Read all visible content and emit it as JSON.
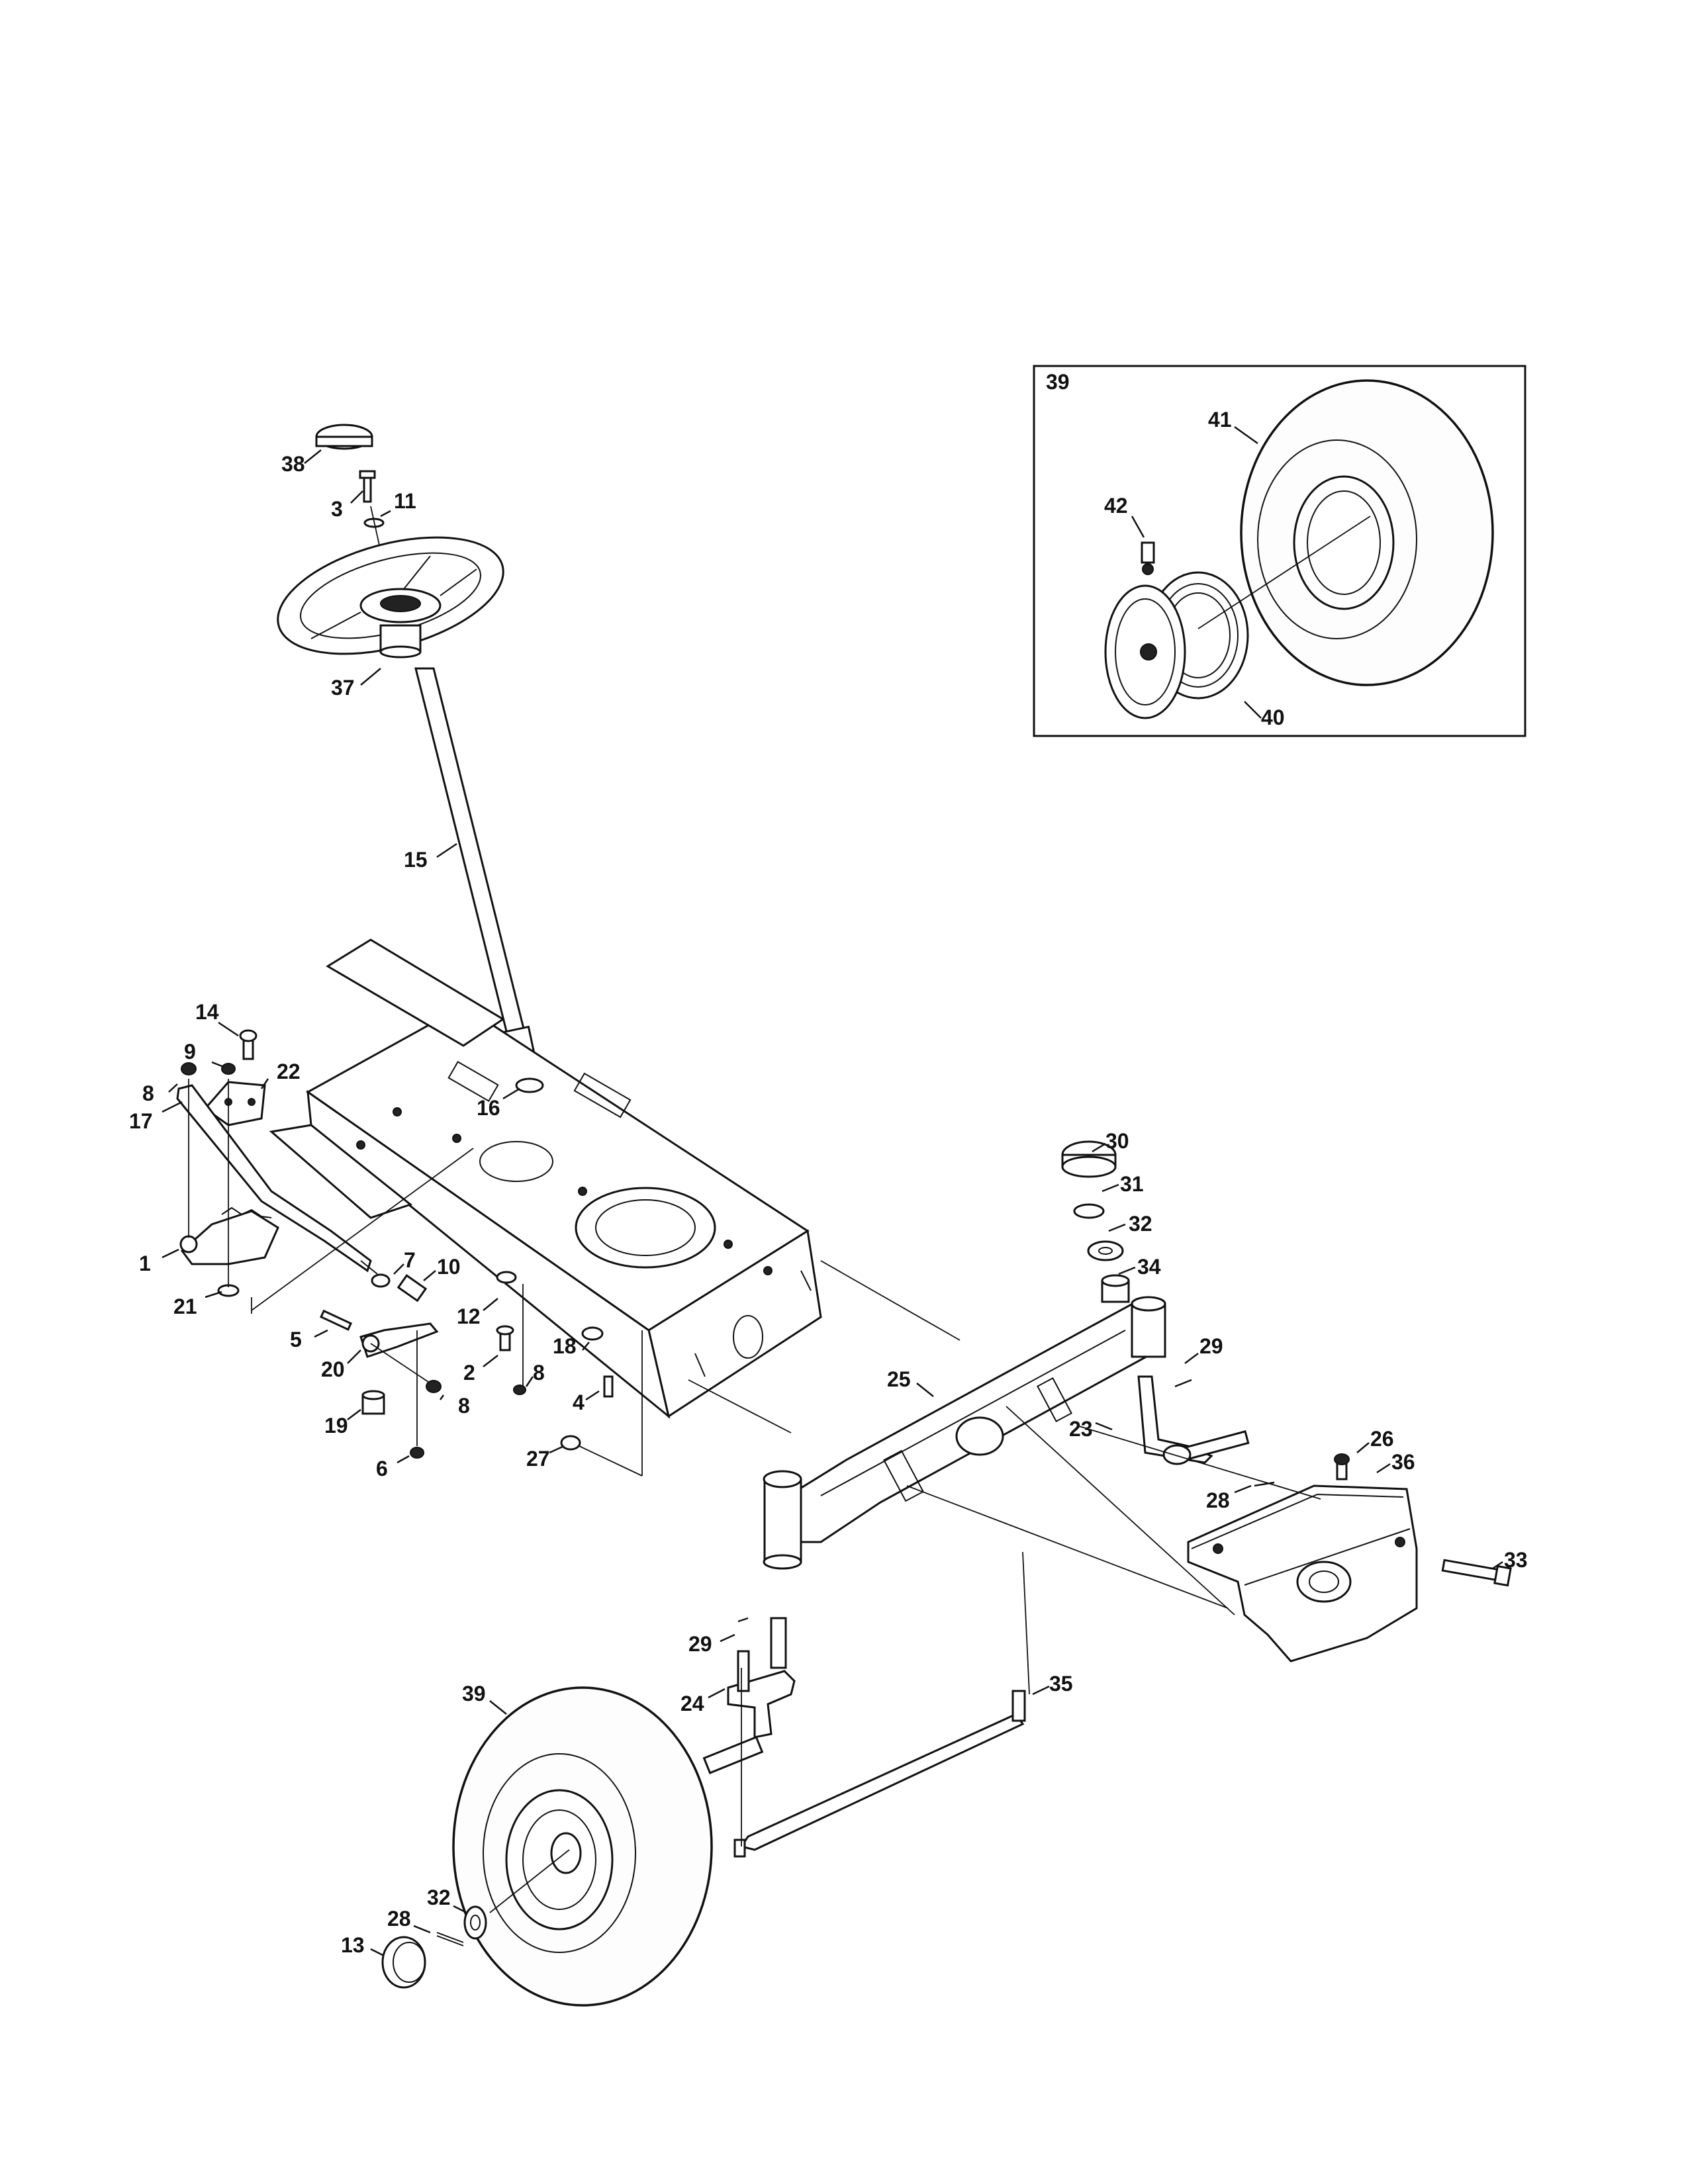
{
  "inset": {
    "label": "39"
  },
  "callouts": {
    "c1": "1",
    "c2": "2",
    "c3": "3",
    "c4": "4",
    "c5": "5",
    "c6": "6",
    "c7": "7",
    "c8a": "8",
    "c8b": "8",
    "c8c": "8",
    "c9": "9",
    "c10": "10",
    "c11": "11",
    "c12": "12",
    "c13": "13",
    "c14": "14",
    "c15": "15",
    "c16": "16",
    "c17": "17",
    "c18": "18",
    "c19": "19",
    "c20": "20",
    "c21": "21",
    "c22": "22",
    "c23": "23",
    "c24": "24",
    "c25": "25",
    "c26": "26",
    "c27": "27",
    "c28a": "28",
    "c28b": "28",
    "c29a": "29",
    "c29b": "29",
    "c30": "30",
    "c31": "31",
    "c32a": "32",
    "c32b": "32",
    "c33": "33",
    "c34": "34",
    "c35": "35",
    "c36": "36",
    "c37": "37",
    "c38": "38",
    "c39": "39",
    "c40": "40",
    "c41": "41",
    "c42": "42"
  }
}
